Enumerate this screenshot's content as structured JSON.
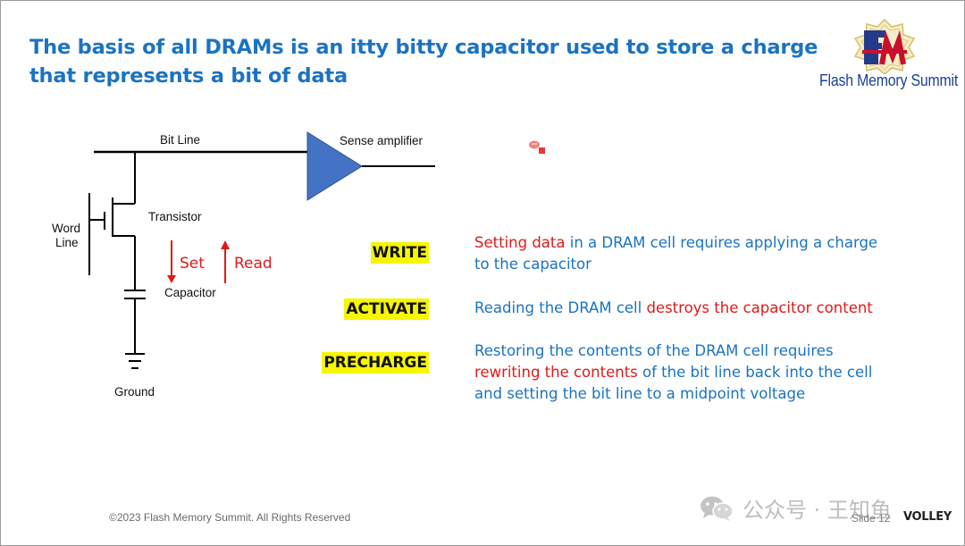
{
  "slide": {
    "title_line1": "The basis of all DRAMs is an itty bitty capacitor used to store a charge",
    "title_line2": "that represents a bit of data",
    "logo_text": "Flash Memory Summit"
  },
  "diagram": {
    "bit_line": "Bit Line",
    "sense_amplifier": "Sense amplifier",
    "word_line_1": "Word",
    "word_line_2": "Line",
    "transistor": "Transistor",
    "capacitor": "Capacitor",
    "ground": "Ground",
    "set": "Set",
    "read": "Read",
    "colors": {
      "amplifier": "#4472c4",
      "arrows": "#e01a1a"
    }
  },
  "operations": [
    {
      "label": "WRITE",
      "line1": [
        {
          "text": "Setting data",
          "red": true
        },
        {
          "text": " in a DRAM cell requires applying a charge",
          "red": false
        }
      ],
      "line2": [
        {
          "text": "to the capacitor",
          "red": false
        }
      ]
    },
    {
      "label": "ACTIVATE",
      "line1": [
        {
          "text": "Reading the DRAM cell ",
          "red": false
        },
        {
          "text": "destroys the capacitor content",
          "red": true
        }
      ]
    },
    {
      "label": "PRECHARGE",
      "line1": [
        {
          "text": "Restoring the contents of the DRAM cell requires",
          "red": false
        }
      ],
      "line2": [
        {
          "text": "rewriting the contents",
          "red": true
        },
        {
          "text": " of the bit line back into the cell",
          "red": false
        }
      ],
      "line3": [
        {
          "text": "and setting the bit line to a midpoint voltage",
          "red": false
        }
      ]
    }
  ],
  "footer": {
    "copyright": "©2023 Flash Memory Summit. All Rights Reserved",
    "slide_number": "Slide 12",
    "watermark": "公众号 · 王知鱼",
    "watermark_icon": "wechat-icon",
    "brand": "VOLLEY"
  },
  "colors": {
    "title": "#1a73c2",
    "highlight": "#f6f600",
    "accent_red": "#e01a1a"
  }
}
